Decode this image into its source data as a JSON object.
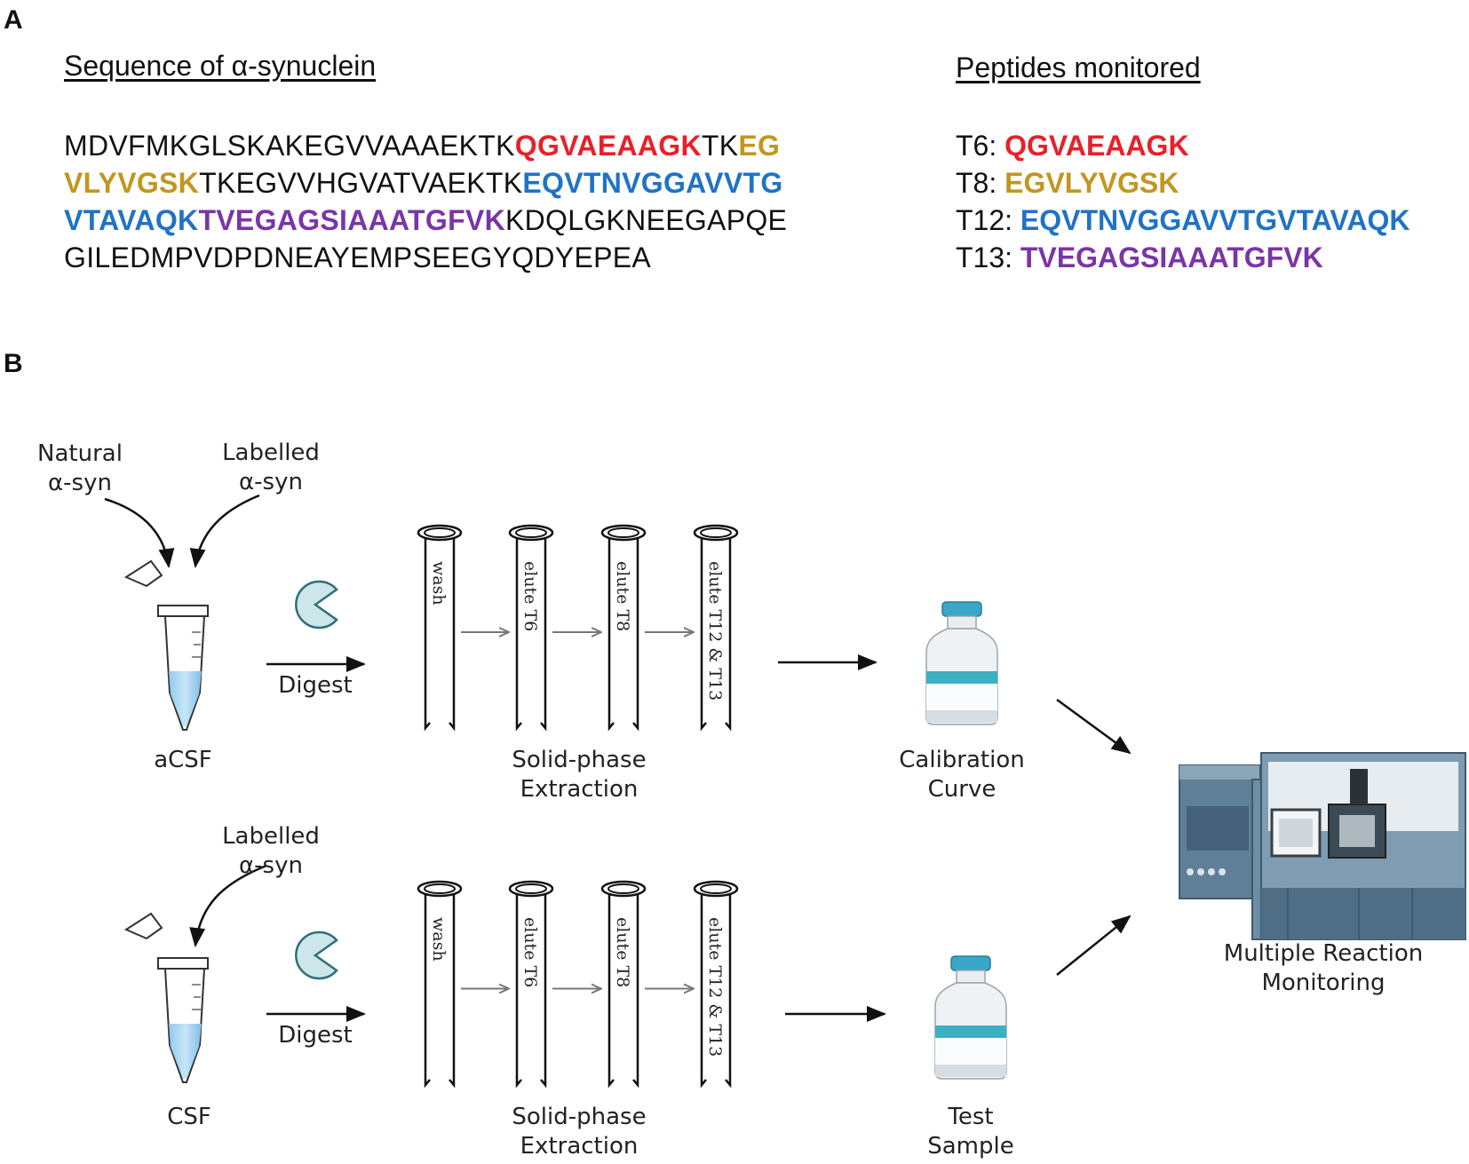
{
  "panel_a": {
    "label": "A",
    "sequence_heading": "Sequence of α-synuclein",
    "peptides_heading": "Peptides monitored",
    "sequence_lines": [
      [
        {
          "t": "MDVFMKGLSKAKEGVVAAAEKTK",
          "c": ""
        },
        {
          "t": "QGVAEAAGK",
          "c": "#e8202a"
        },
        {
          "t": "TK",
          "c": ""
        },
        {
          "t": "EG",
          "c": "#c2971f"
        }
      ],
      [
        {
          "t": "VLYVGSK",
          "c": "#c2971f"
        },
        {
          "t": "TKEGVVHGVATVAEKTK",
          "c": ""
        },
        {
          "t": "EQVTNVGGAVVTG",
          "c": "#1f73c4"
        }
      ],
      [
        {
          "t": "VTAVAQK",
          "c": "#1f73c4"
        },
        {
          "t": "TVEGAGSIAAATGFVK",
          "c": "#7a35a6"
        },
        {
          "t": "KDQLGKNEEGAPQE",
          "c": ""
        }
      ],
      [
        {
          "t": "GILEDMPVDPDNEAYEMPSEEGYQDYEPEA",
          "c": ""
        }
      ]
    ],
    "peptides": [
      {
        "name": "T6:",
        "seq": "QGVAEAAGK",
        "color": "#e8202a"
      },
      {
        "name": "T8:",
        "seq": "EGVLYVGSK",
        "color": "#c2971f"
      },
      {
        "name": "T12:",
        "seq": "EQVTNVGGAVVTGVTAVAQK",
        "color": "#1f73c4"
      },
      {
        "name": "T13:",
        "seq": "TVEGAGSIAAATGFVK",
        "color": "#7a35a6"
      }
    ]
  },
  "panel_b": {
    "label": "B",
    "natural_asyn": [
      "Natural",
      "α-syn"
    ],
    "labelled_asyn_top": [
      "Labelled",
      "α-syn"
    ],
    "labelled_asyn_bottom": [
      "Labelled",
      "α-syn"
    ],
    "digest_top": "Digest",
    "digest_bottom": "Digest",
    "acsf": "aCSF",
    "csf": "CSF",
    "spe_top": [
      "Solid-phase",
      "Extraction"
    ],
    "spe_bottom": [
      "Solid-phase",
      "Extraction"
    ],
    "tube_labels": [
      "wash",
      "elute T6",
      "elute T8",
      "elute T12 & T13"
    ],
    "calibration": [
      "Calibration",
      "Curve"
    ],
    "test_sample": [
      "Test",
      "Sample"
    ],
    "mrm": [
      "Multiple Reaction",
      "Monitoring"
    ]
  }
}
